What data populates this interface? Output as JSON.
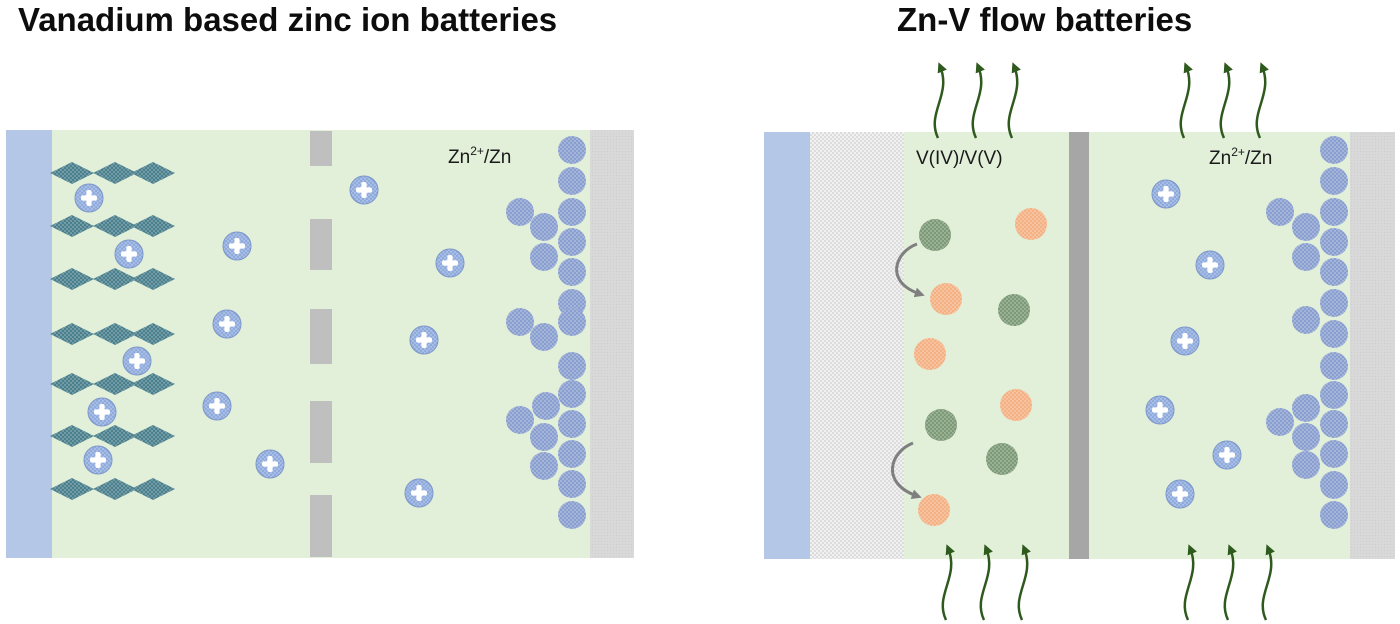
{
  "left_panel": {
    "title": "Vanadium based zinc ion batteries",
    "anode_label_base": "Zn",
    "anode_label_sup": "2+",
    "anode_label_tail": "/Zn"
  },
  "right_panel": {
    "title": "Zn-V flow batteries",
    "catholyte_label": "V(IV)/V(V)",
    "anode_label_base": "Zn",
    "anode_label_sup": "2+",
    "anode_label_tail": "/Zn"
  },
  "colors": {
    "electrolyte": "#e2efd9",
    "current_collector": "#b4c7e7",
    "zinc_foil": "#d9d9d9",
    "separator": "#bfbfbf",
    "vanadium_layer": "#4a7f8c",
    "zinc_ion": "#8faadc",
    "zinc_deposit": "#8a9fd0",
    "v_iv_species": "#7c9a76",
    "v_v_species": "#f4b183",
    "flow_arrow": "#2f5a1e"
  },
  "icons": [
    "plus-ion-icon",
    "zinc-deposit-icon",
    "vanadium-diamond-icon",
    "flow-arrow-icon",
    "redox-arrow-icon"
  ]
}
